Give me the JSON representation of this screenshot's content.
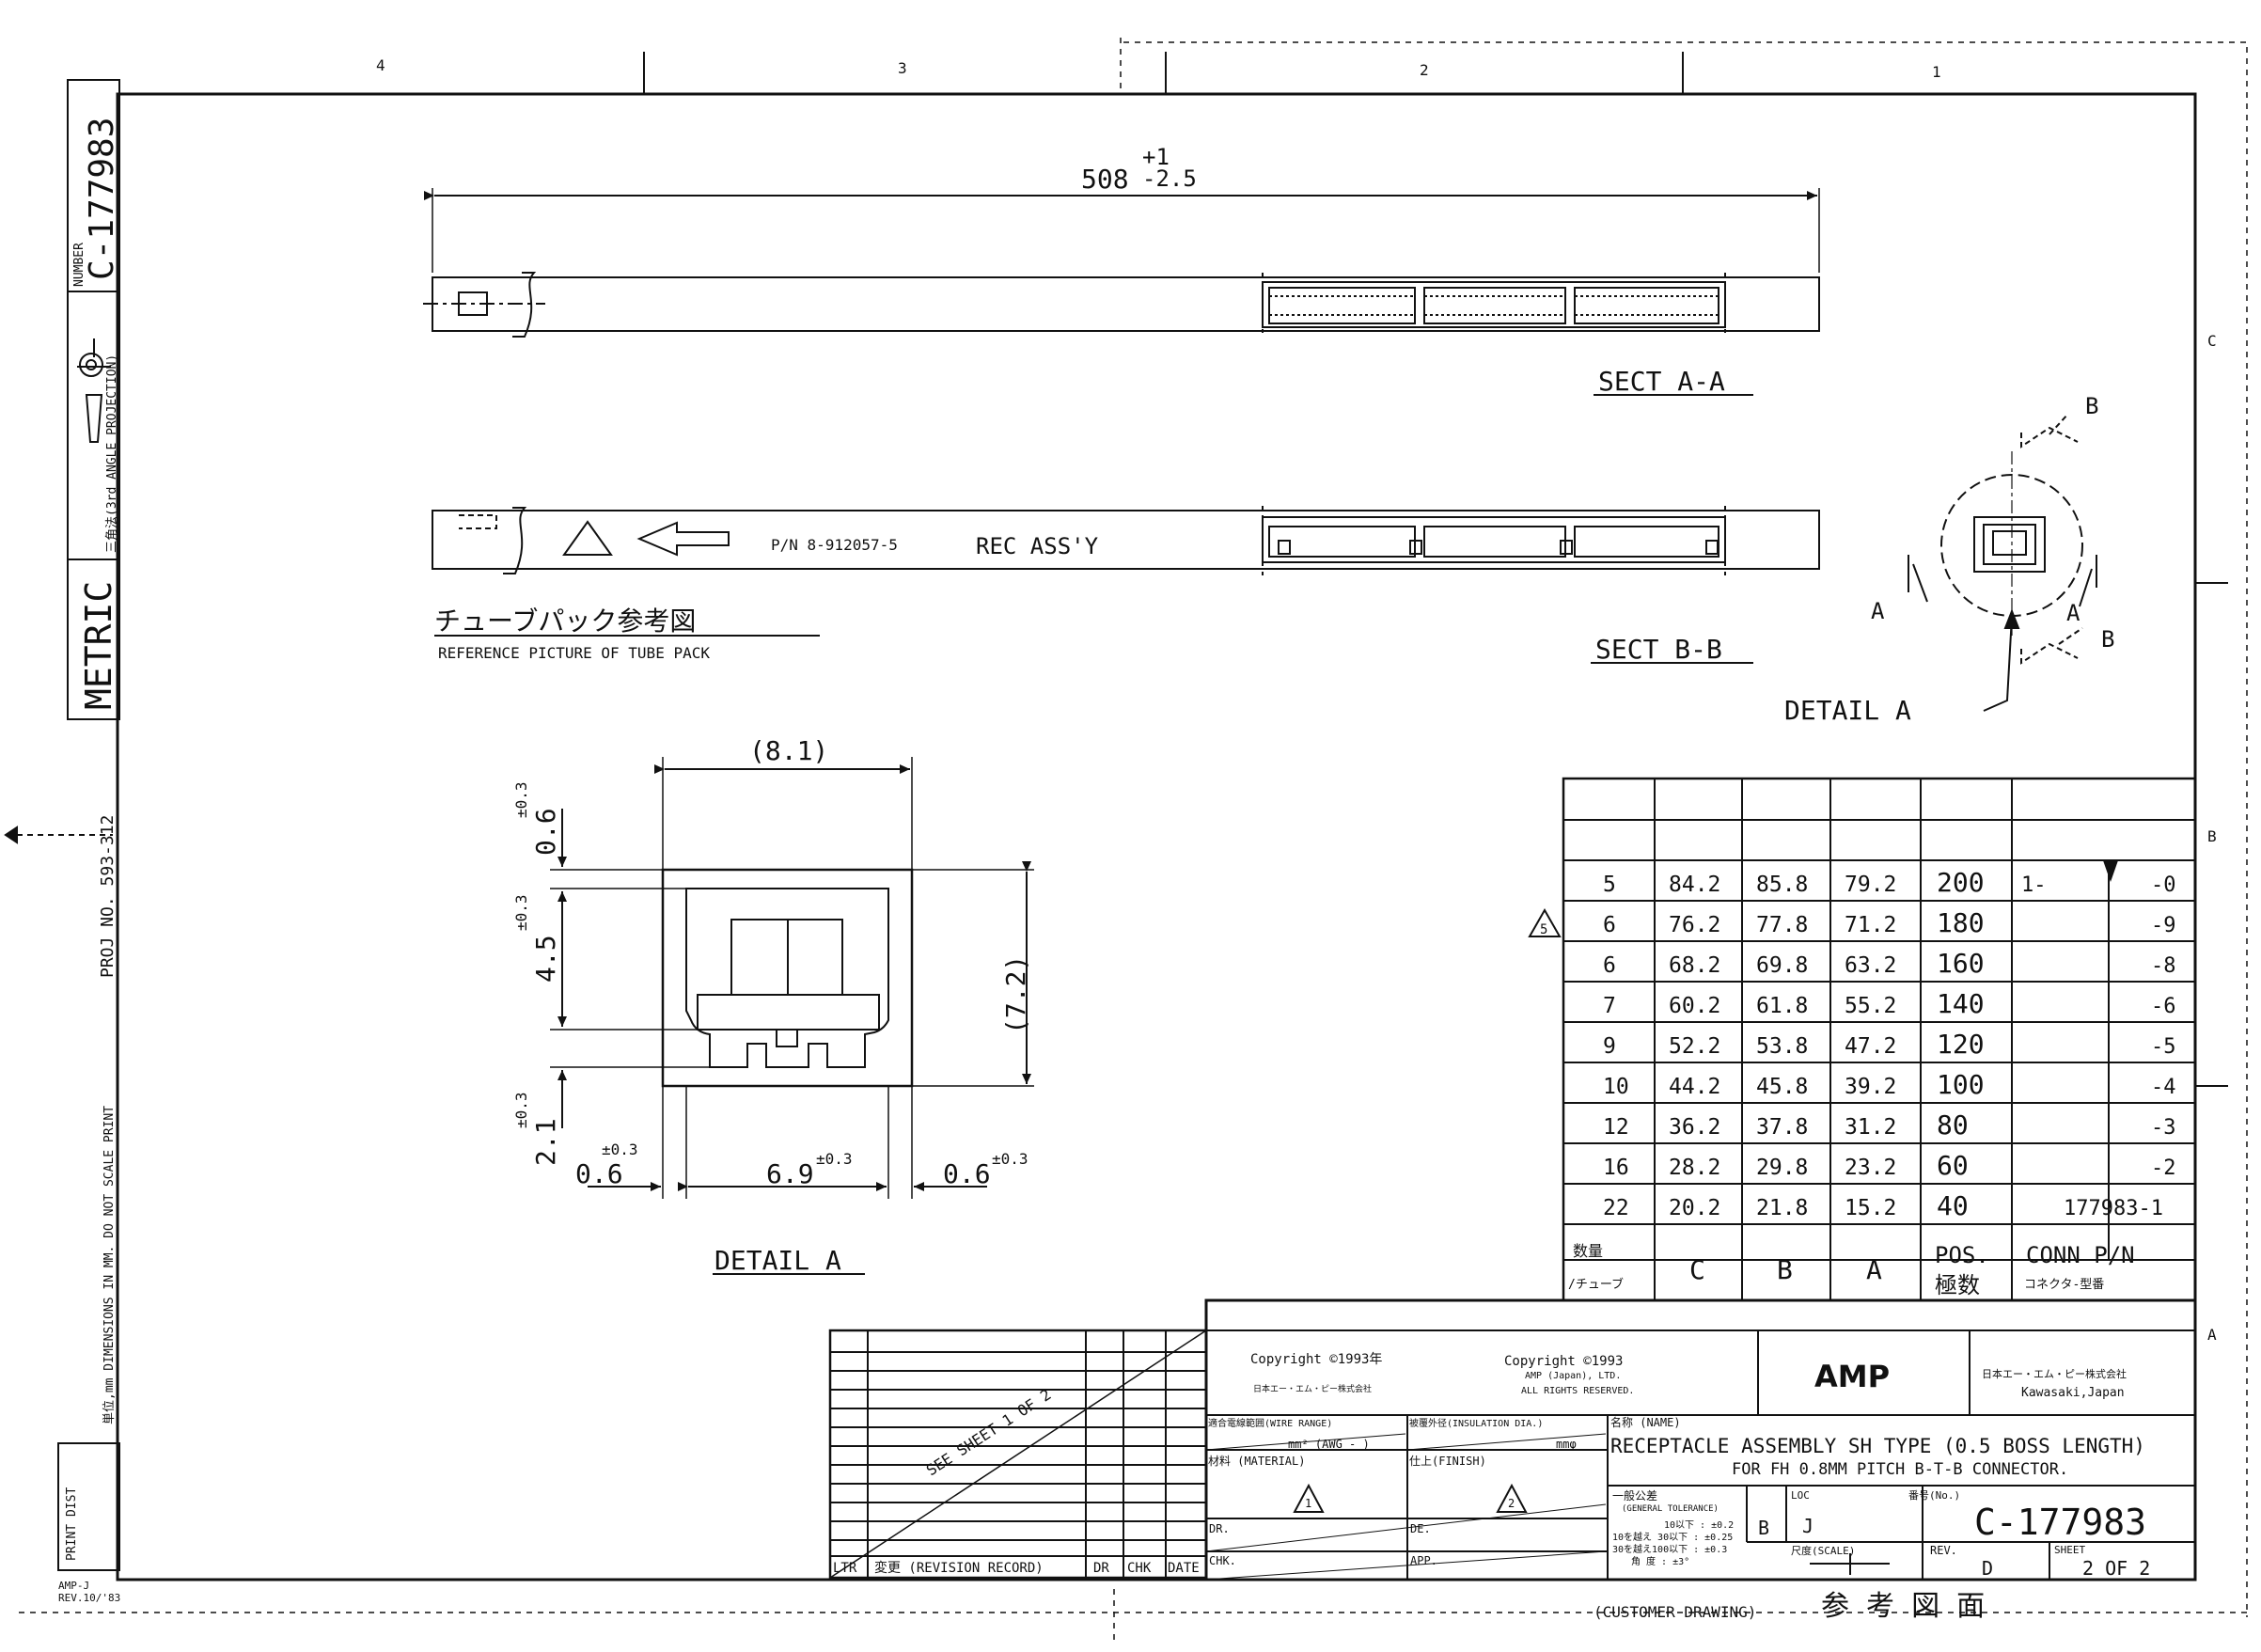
{
  "frame": {
    "zones": [
      "4",
      "3",
      "2",
      "1"
    ],
    "rows": [
      "C",
      "B",
      "A"
    ]
  },
  "side_block": {
    "number_label": "NUMBER",
    "number": "C-177983",
    "projection": "三角法(3rd ANGLE PROJECTION)",
    "unit": "METRIC",
    "proj_no": "PROJ NO. 593-312",
    "note": "単位,mm DIMENSIONS IN MM. DO NOT SCALE PRINT",
    "print_dist": "PRINT DIST",
    "form": "AMP-J",
    "form_rev": "REV.10/'83"
  },
  "tube": {
    "length": "508",
    "tol_plus": "+1",
    "tol_minus": "-2.5",
    "sect_aa": "SECT A-A",
    "sect_bb": "SECT B-B",
    "pn_label": "P/N 8-912057-5",
    "rec_label": "REC ASS'Y",
    "ref_jp": "チューブパック参考図",
    "ref_en": "REFERENCE PICTURE OF TUBE PACK"
  },
  "detail_a_small": {
    "title": "DETAIL A",
    "letter_a": "A",
    "letter_b": "B"
  },
  "detail_a_large": {
    "title": "DETAIL A",
    "width": "(8.1)",
    "height": "(7.2)",
    "top_gap": "0.6",
    "mid": "4.5",
    "bottom": "2.1",
    "left": "0.6",
    "center": "6.9",
    "right": "0.6",
    "tol": "±0.3"
  },
  "table": {
    "header": {
      "qty_jp": "数量",
      "qty_sub": "/チューブ",
      "c": "C",
      "b": "B",
      "a": "A",
      "pos": "POS.",
      "pos_jp": "極数",
      "conn": "CONN P/N",
      "conn_jp": "コネクタ-型番"
    },
    "rev_mark": "5",
    "rows": [
      {
        "qty": "5",
        "c": "84.2",
        "b": "85.8",
        "a": "79.2",
        "pos": "200",
        "prefix": "1-",
        "dash": "-0"
      },
      {
        "qty": "6",
        "c": "76.2",
        "b": "77.8",
        "a": "71.2",
        "pos": "180",
        "prefix": "",
        "dash": "-9"
      },
      {
        "qty": "6",
        "c": "68.2",
        "b": "69.8",
        "a": "63.2",
        "pos": "160",
        "prefix": "",
        "dash": "-8"
      },
      {
        "qty": "7",
        "c": "60.2",
        "b": "61.8",
        "a": "55.2",
        "pos": "140",
        "prefix": "",
        "dash": "-6"
      },
      {
        "qty": "9",
        "c": "52.2",
        "b": "53.8",
        "a": "47.2",
        "pos": "120",
        "prefix": "",
        "dash": "-5"
      },
      {
        "qty": "10",
        "c": "44.2",
        "b": "45.8",
        "a": "39.2",
        "pos": "100",
        "prefix": "",
        "dash": "-4"
      },
      {
        "qty": "12",
        "c": "36.2",
        "b": "37.8",
        "a": "31.2",
        "pos": "80",
        "prefix": "",
        "dash": "-3"
      },
      {
        "qty": "16",
        "c": "28.2",
        "b": "29.8",
        "a": "23.2",
        "pos": "60",
        "prefix": "",
        "dash": "-2"
      },
      {
        "qty": "22",
        "c": "20.2",
        "b": "21.8",
        "a": "15.2",
        "pos": "40",
        "prefix": "177983-1",
        "dash": ""
      }
    ]
  },
  "revision": {
    "see_sheet": "SEE SHEET 1 OF 2",
    "ltr": "LTR",
    "record": "変更 (REVISION RECORD)",
    "dr": "DR",
    "chk": "CHK",
    "date": "DATE"
  },
  "title_block": {
    "copyright1": "Copyright ©1993年",
    "copyright1_jp": "日本エー・エム・ピー株式会社",
    "copyright2": "Copyright ©1993",
    "copyright2_company": "AMP (Japan), LTD.",
    "copyright2_rights": "ALL RIGHTS RESERVED.",
    "logo": "AMP",
    "company_jp": "日本エー・エム・ピー株式会社",
    "city": "Kawasaki,Japan",
    "wire_range": "適合電線範囲(WIRE RANGE)",
    "wire_unit": "mm² (AWG  -  )",
    "insulation": "被覆外径(INSULATION DIA.)",
    "insulation_unit": "mmφ",
    "material": "材料 (MATERIAL)",
    "material_mark": "1",
    "finish": "仕上(FINISH)",
    "finish_mark": "2",
    "name_label": "名称 (NAME)",
    "name_line1": "RECEPTACLE ASSEMBLY SH TYPE (0.5 BOSS LENGTH)",
    "name_line2": "FOR FH 0.8MM PITCH B-T-B CONNECTOR.",
    "dr": "DR.",
    "de": "DE.",
    "chk": "CHK.",
    "app": "APP.",
    "tol_label": "一般公差",
    "tol_sub": "(GENERAL TOLERANCE)",
    "tol1": "10以下 : ±0.2",
    "tol2": "10を越え 30以下 : ±0.25",
    "tol3": "30を越え100以下 : ±0.3",
    "tol4": "角 度 : ±3°",
    "size": "B",
    "loc_label": "LOC",
    "loc": "J",
    "no_label": "番号(No.)",
    "no": "C-177983",
    "scale_label": "尺度(SCALE)",
    "rev_label": "REV.",
    "rev": "D",
    "sheet_label": "SHEET",
    "sheet": "2 OF 2"
  },
  "footer": {
    "customer": "(CUSTOMER DRAWING)",
    "ref_jp": "参 考 図 面"
  }
}
